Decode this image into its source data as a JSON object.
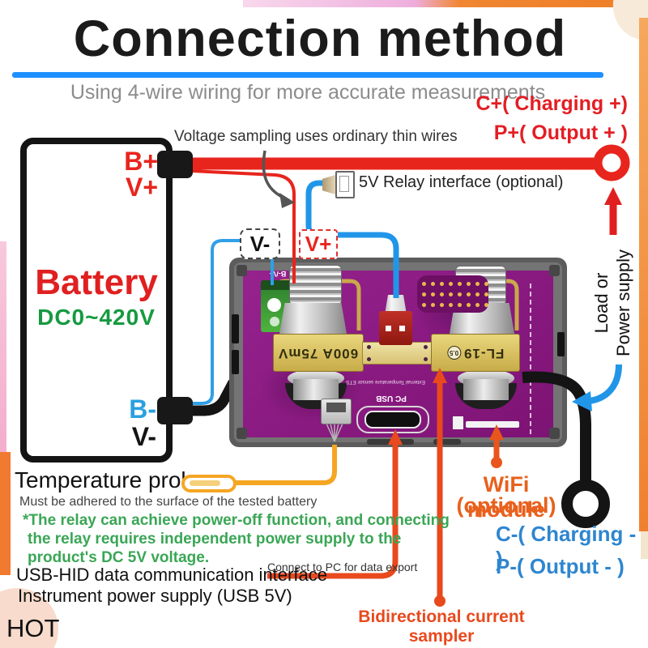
{
  "colors": {
    "underline_blue": "#1e90ff",
    "wire_red": "#e8251d",
    "wire_blue": "#2196e8",
    "wire_black": "#141414",
    "temp_wire_orange": "#f5a623",
    "pointer_orange": "#e8491d",
    "wifi_orange": "#e8611d",
    "pcb_purple": "#8c1d86",
    "shunt_gold": "#d9c35f",
    "text_red": "#e31e24",
    "text_blue": "#2e86d0",
    "note_green": "#3aa655",
    "battery_range_green": "#169a40"
  },
  "header": {
    "title": "Connection method",
    "subtitle": "Using 4-wire wiring for more accurate measurements"
  },
  "battery": {
    "name": "Battery",
    "range": "DC0~420V",
    "terminal_b_plus": "B+",
    "terminal_v_plus": "V+",
    "terminal_b_minus": "B-",
    "terminal_v_minus": "V-"
  },
  "connections": {
    "charging_plus": "C+( Charging +)",
    "output_plus": "P+( Output + )",
    "charging_minus": "C-( Charging - )",
    "output_minus": "P-( Output - )",
    "voltage_sampling": "Voltage sampling uses ordinary thin wires",
    "relay_interface": "5V Relay interface (optional)",
    "v_minus_box": "V-",
    "v_plus_box": "V+",
    "load_line1": "Load or",
    "load_line2": "Power supply",
    "sampler": "Bidirectional current sampler",
    "wifi_line1": "WiFi module",
    "wifi_line2": "(optional)"
  },
  "pcb": {
    "shunt_left": "600A 75mV",
    "shunt_right": "FL-19",
    "shunt_right_mark": "0.5",
    "silk_terminal": "B-/V-",
    "silk_usb": "PC USB",
    "silk_ets": "External Temperature sensor ETS"
  },
  "notes": {
    "temp_probe_title": "Temperature probe",
    "temp_probe_sub": "Must be adhered to the surface of the tested battery",
    "relay_note_1": "*The relay can achieve power-off function, and connecting",
    "relay_note_2": "the relay requires independent power supply to the",
    "relay_note_3": "product's DC 5V voltage.",
    "usb_line1": "USB-HID data communication interface",
    "usb_line2": "Instrument power supply (USB 5V)",
    "pc_export": "Connect to PC for data export"
  },
  "footer": {
    "hot": "HOT"
  }
}
